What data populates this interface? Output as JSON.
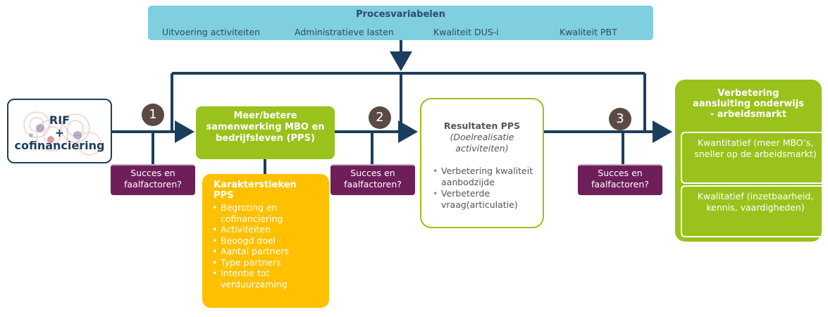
{
  "process": {
    "title": "Procesvariabelen",
    "items": [
      "Uitvoering activiteiten",
      "Administratieve lasten",
      "Kwaliteit DUS-i",
      "Kwaliteit PBT"
    ]
  },
  "rif": {
    "line1": "RIF",
    "line2": "+",
    "line3": "cofinanciering"
  },
  "steps": [
    "1",
    "2",
    "3"
  ],
  "collab": {
    "text": "Meer/betere samenwerking MBO en bedrijfsleven (PPS)"
  },
  "success": {
    "line1": "Succes en",
    "line2": "faalfactoren?"
  },
  "characteristics": {
    "title_line1": "Karakterstieken",
    "title_line2": "PPS",
    "items": [
      "Begroting en cofinanciering",
      "Activiteiten",
      "Beoogd doel",
      "Aantal partners",
      "Type partners",
      "Intentie tot verduurzaming"
    ]
  },
  "results": {
    "title": "Resultaten PPS",
    "subtitle_line1": "(Doelrealisatie",
    "subtitle_line2": "activiteiten)",
    "items": [
      "Verbetering kwaliteit aanbodzijde",
      "Verbeterde vraag(articulatie)"
    ]
  },
  "outcome": {
    "title_line1": "Verbetering",
    "title_line2": "aansluiting onderwijs",
    "title_line3": "- arbeidsmarkt",
    "quantitative": "Kwantitatief (meer MBO’s, sneller op de arbeidsmarkt)",
    "qualitative": "Kwalitatief (inzetbaarheid, kennis, vaardigheden)"
  },
  "colors": {
    "navy": "#1c3e5e",
    "light_blue": "#7fcfe0",
    "green": "#99c21c",
    "purple": "#6e1f5a",
    "orange": "#ffc000",
    "step_circle": "#5b4a44"
  }
}
